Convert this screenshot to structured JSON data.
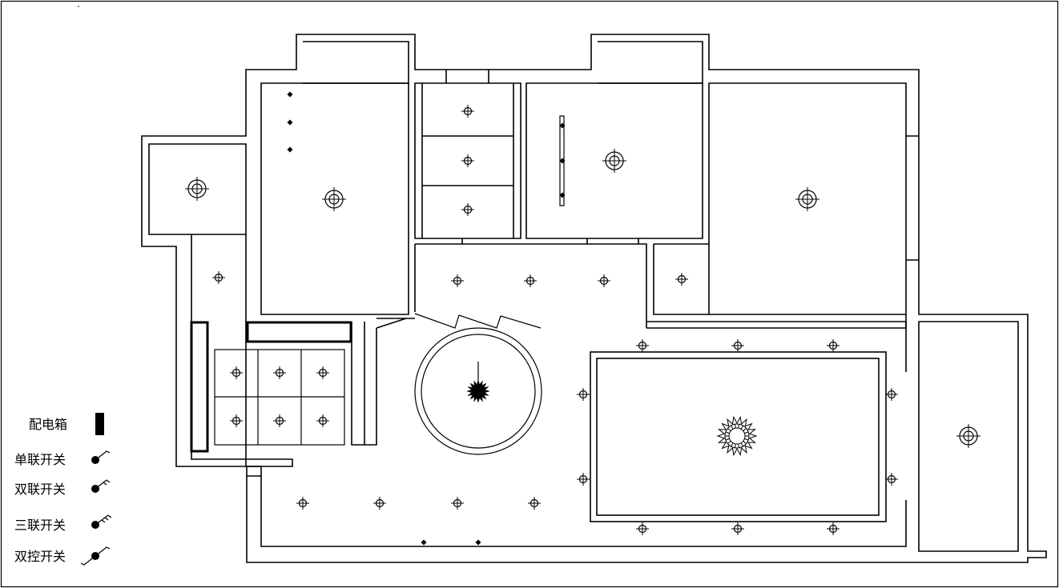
{
  "legend": {
    "items": [
      {
        "key": "distribution_box",
        "label": "配电箱",
        "icon": "distribution-box-icon"
      },
      {
        "key": "single_switch",
        "label": "单联开关",
        "icon": "single-gang-switch-icon"
      },
      {
        "key": "double_switch",
        "label": "双联开关",
        "icon": "double-gang-switch-icon"
      },
      {
        "key": "triple_switch",
        "label": "三联开关",
        "icon": "triple-gang-switch-icon"
      },
      {
        "key": "two_way_switch",
        "label": "双控开关",
        "icon": "two-way-switch-icon"
      }
    ]
  },
  "colors": {
    "line": "#000000",
    "background": "#ffffff"
  }
}
